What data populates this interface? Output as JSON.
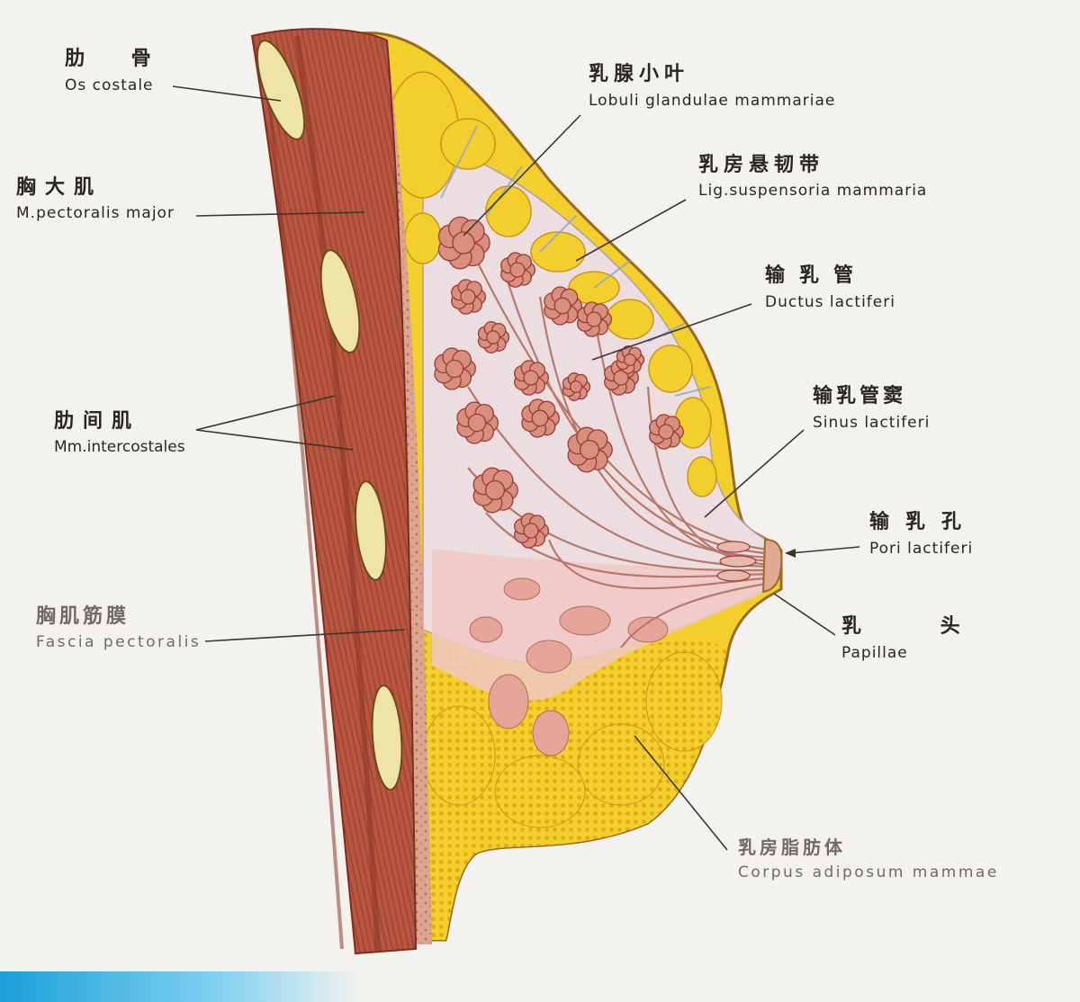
{
  "labels": [
    {
      "id": "os-costale",
      "cn": "肋 骨",
      "la": "Os costale"
    },
    {
      "id": "pectoralis-major",
      "cn": "胸大肌",
      "la": "M.pectoralis major"
    },
    {
      "id": "intercostales",
      "cn": "肋间肌",
      "la": "Mm.intercostales"
    },
    {
      "id": "fascia-pectoralis",
      "cn": "胸肌筋膜",
      "la": "Fascia pectoralis"
    },
    {
      "id": "lobuli",
      "cn": "乳腺小叶",
      "la": "Lobuli glandulae mammariae"
    },
    {
      "id": "lig-suspensoria",
      "cn": "乳房悬韧带",
      "la": "Lig.suspensoria mammaria"
    },
    {
      "id": "ductus",
      "cn": "输乳管",
      "la": "Ductus lactiferi"
    },
    {
      "id": "sinus",
      "cn": "输乳管窦",
      "la": "Sinus lactiferi"
    },
    {
      "id": "pori",
      "cn": "输乳孔",
      "la": "Pori lactiferi"
    },
    {
      "id": "papillae",
      "cn": "乳 头",
      "la": "Papillae"
    },
    {
      "id": "corpus-adiposum",
      "cn": "乳房脂肪体",
      "la": "Corpus adiposum mammae"
    }
  ],
  "colors": {
    "background": "#f3f2ee",
    "muscle": "#b8563f",
    "muscle_dark": "#8e3a2a",
    "fascia": "#e3b6a2",
    "fat": "#f2cf2c",
    "fat_dark": "#d9a514",
    "lobule": "#d98f7f",
    "lobule_outline": "#9c3a33",
    "gland_stroma": "#ecdde0",
    "skin_outline": "#9a6a1e",
    "leader": "#3a3632",
    "corner_band": "#1aa0d8"
  }
}
